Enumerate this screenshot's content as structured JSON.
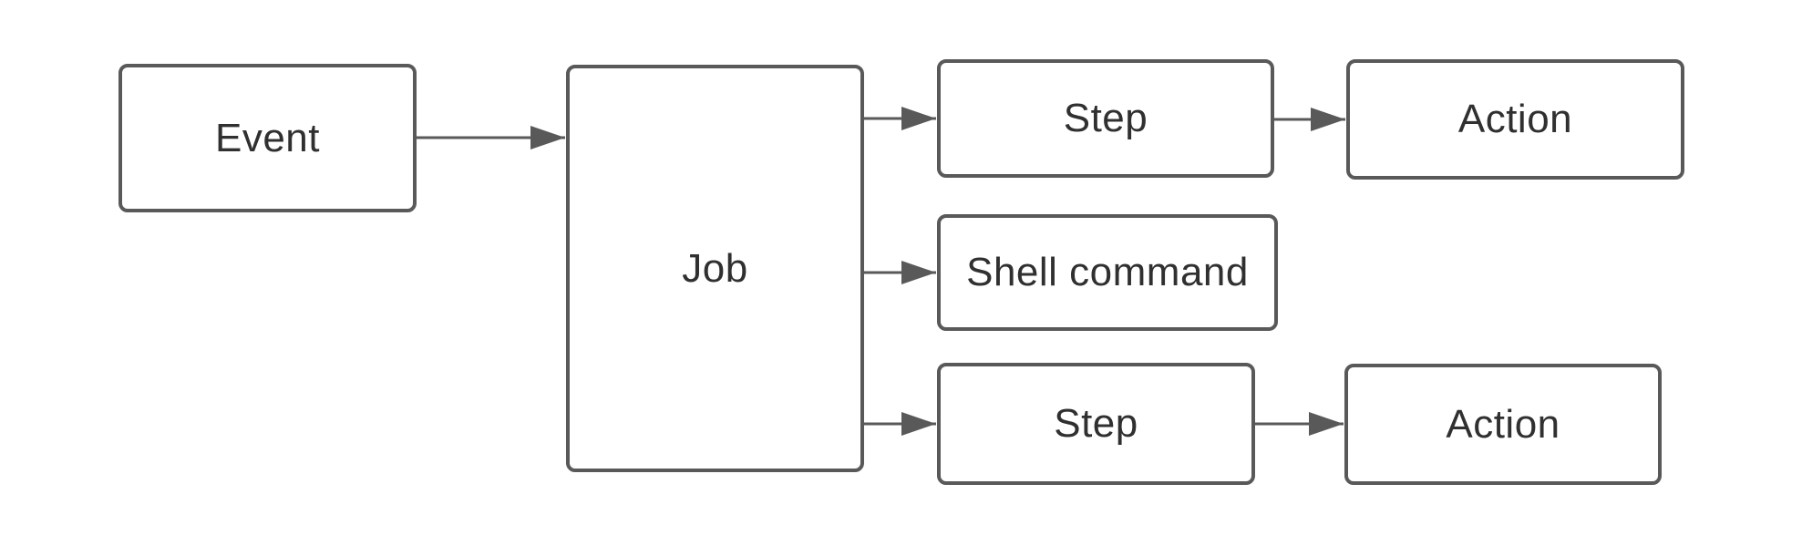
{
  "diagram": {
    "background_color": "#ffffff",
    "node_fill_color": "#ffffff",
    "stroke_color": "#595959",
    "text_color": "#303030",
    "nodes": [
      {
        "id": "event",
        "label": "Event"
      },
      {
        "id": "job",
        "label": "Job"
      },
      {
        "id": "step-1",
        "label": "Step"
      },
      {
        "id": "action-1",
        "label": "Action"
      },
      {
        "id": "shell-command",
        "label": "Shell command"
      },
      {
        "id": "step-2",
        "label": "Step"
      },
      {
        "id": "action-2",
        "label": "Action"
      }
    ],
    "edges": [
      {
        "from": "event",
        "to": "job"
      },
      {
        "from": "job",
        "to": "step-1"
      },
      {
        "from": "job",
        "to": "shell-command"
      },
      {
        "from": "job",
        "to": "step-2"
      },
      {
        "from": "step-1",
        "to": "action-1"
      },
      {
        "from": "step-2",
        "to": "action-2"
      }
    ]
  }
}
